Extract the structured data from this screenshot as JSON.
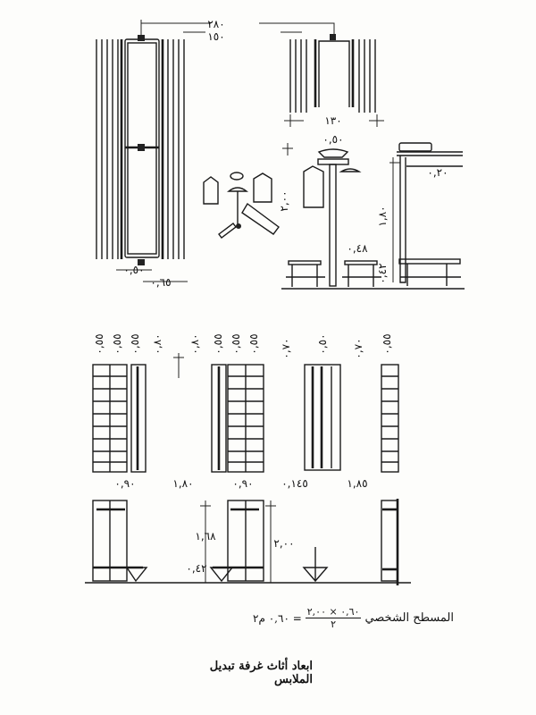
{
  "title": "ابعاد أثاث غرفة تبديل الملابس",
  "formula": {
    "label": "المسطح الشخصي",
    "numerator": "٠,٦٠ × ٢,٠٠",
    "denominator": "٢",
    "result": "= ٠,٦٠ م٢"
  },
  "plan_dims": {
    "total_width": "٢٨٠",
    "aisle_width": "١٥٠",
    "narrow_aisle": "١٣٠",
    "seat_depth": "٠,٥٠",
    "locker_depth": "٠,٦٥"
  },
  "section_dims": {
    "hook_reach": "٢,٠٠",
    "stand_top": "٠,٥٠",
    "shelf_depth": "٠,٢٠",
    "hook_height": "١,٨٠",
    "bench_width": "٠,٤٨",
    "bench_height": "٠,٤٢"
  },
  "elevation_dims": {
    "top": [
      "٠,٥٥",
      "٠,٥٥",
      "٠,٥٥",
      "٠,٨٠",
      "٠,٨٠",
      "٠,٥٥",
      "٠,٥٥",
      "٠,٥٥",
      "٠,٧٠",
      "٠,٥٠",
      "٠,٧٠",
      "٠,٥٥"
    ],
    "locker_a": "٠,٩٠",
    "aisle_a": "١,٨٠",
    "locker_b": "٠,٩٠",
    "bench_gap": "٠,١٤٥",
    "aisle_b": "١,٨٥",
    "door_height": "١,٦٨",
    "total_height": "٢,٠٠",
    "bench_height": "٠,٤٢"
  }
}
